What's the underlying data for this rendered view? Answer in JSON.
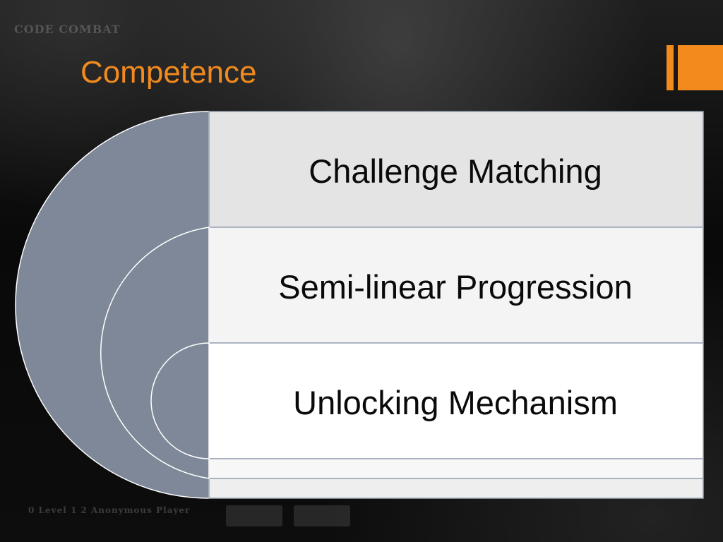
{
  "slide": {
    "title": "Competence"
  },
  "background": {
    "game_logo_text": "CODE COMBAT",
    "bottom_bar_text": "0 Level 1   2 Anonymous Player"
  },
  "colors": {
    "title": "#f28a1e",
    "accent": "#f28a1e",
    "arc_fill": "#7f8898",
    "row_1_fill": "#e4e4e4",
    "row_2_fill": "#f4f4f4",
    "row_3_fill": "#ffffff",
    "border": "#9aa3b3"
  },
  "diagram": {
    "type": "nested-arc-list",
    "items": [
      {
        "label": "Challenge Matching"
      },
      {
        "label": "Semi-linear Progression"
      },
      {
        "label": "Unlocking Mechanism"
      }
    ]
  }
}
